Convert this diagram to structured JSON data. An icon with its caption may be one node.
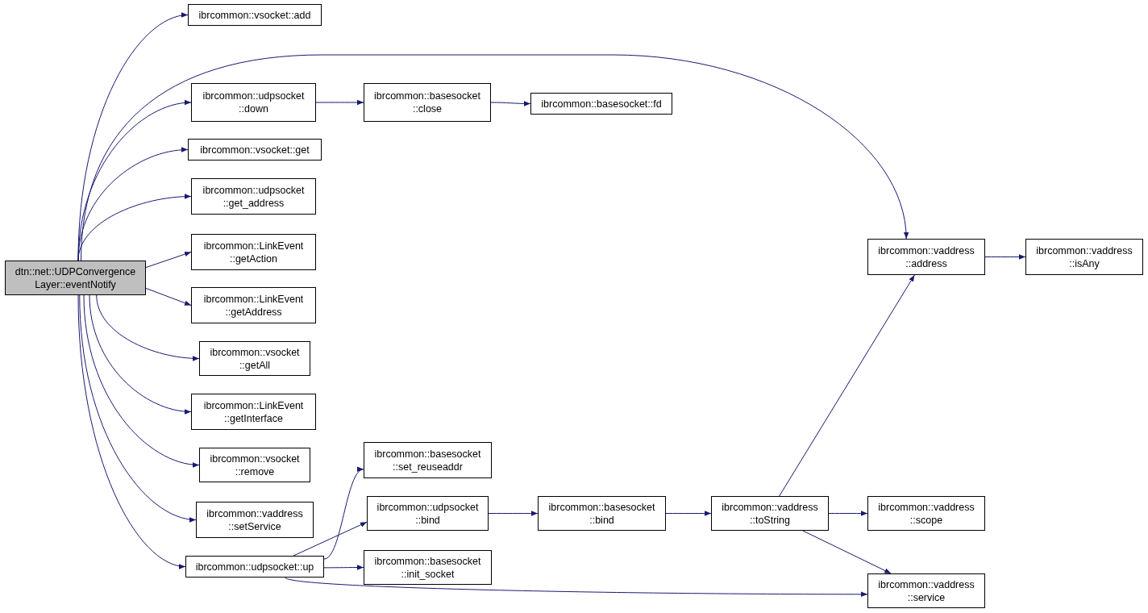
{
  "diagram": {
    "nodes": [
      {
        "text": [
          "dtn::net::UDPConvergence Layer::eventNotify"
        ]
      },
      {
        "text": [
          "ibrcommon::vsocket::add"
        ]
      },
      {
        "text": [
          "ibrcommon::udpsocket ::down"
        ]
      },
      {
        "text": [
          "ibrcommon::vsocket::get"
        ]
      },
      {
        "text": [
          "ibrcommon::udpsocket ::get_address"
        ]
      },
      {
        "text": [
          "ibrcommon::LinkEvent ::getAction"
        ]
      },
      {
        "text": [
          "ibrcommon::LinkEvent ::getAddress"
        ]
      },
      {
        "text": [
          "ibrcommon::vsocket ::getAll"
        ]
      },
      {
        "text": [
          "ibrcommon::LinkEvent ::getInterface"
        ]
      },
      {
        "text": [
          "ibrcommon::vsocket ::remove"
        ]
      },
      {
        "text": [
          "ibrcommon::vaddress ::setService"
        ]
      },
      {
        "text": [
          "ibrcommon::udpsocket::up"
        ]
      },
      {
        "text": [
          "ibrcommon::basesocket ::close"
        ]
      },
      {
        "text": [
          "ibrcommon::basesocket::fd"
        ]
      },
      {
        "text": [
          "ibrcommon::basesocket ::set_reuseaddr"
        ]
      },
      {
        "text": [
          "ibrcommon::udpsocket ::bind"
        ]
      },
      {
        "text": [
          "ibrcommon::basesocket ::init_socket"
        ]
      },
      {
        "text": [
          "ibrcommon::basesocket ::bind"
        ]
      },
      {
        "text": [
          "ibrcommon::vaddress ::toString"
        ]
      },
      {
        "text": [
          "ibrcommon::vaddress ::address"
        ]
      },
      {
        "text": [
          "ibrcommon::vaddress ::isAny"
        ]
      },
      {
        "text": [
          "ibrcommon::vaddress ::scope"
        ]
      },
      {
        "text": [
          "ibrcommon::vaddress ::service"
        ]
      }
    ],
    "edges": [
      {
        "from": 0,
        "to": 1,
        "arrow": "to"
      },
      {
        "from": 0,
        "to": 19,
        "arrow": "to"
      },
      {
        "from": 0,
        "to": 2,
        "arrow": "to"
      },
      {
        "from": 0,
        "to": 3,
        "arrow": "to"
      },
      {
        "from": 0,
        "to": 4,
        "arrow": "to"
      },
      {
        "from": 0,
        "to": 5,
        "arrow": "to"
      },
      {
        "from": 0,
        "to": 6,
        "arrow": "to"
      },
      {
        "from": 0,
        "to": 7,
        "arrow": "to"
      },
      {
        "from": 0,
        "to": 8,
        "arrow": "to"
      },
      {
        "from": 0,
        "to": 9,
        "arrow": "to"
      },
      {
        "from": 0,
        "to": 10,
        "arrow": "to"
      },
      {
        "from": 0,
        "to": 11,
        "arrow": "to"
      },
      {
        "from": 2,
        "to": 12,
        "arrow": "to"
      },
      {
        "from": 12,
        "to": 13,
        "arrow": "to"
      },
      {
        "from": 11,
        "to": 14,
        "arrow": "to"
      },
      {
        "from": 11,
        "to": 15,
        "arrow": "to"
      },
      {
        "from": 11,
        "to": 16,
        "arrow": "to"
      },
      {
        "from": 11,
        "to": 22,
        "arrow": "to"
      },
      {
        "from": 15,
        "to": 17,
        "arrow": "to"
      },
      {
        "from": 17,
        "to": 18,
        "arrow": "to"
      },
      {
        "from": 18,
        "to": 19,
        "arrow": "to"
      },
      {
        "from": 18,
        "to": 21,
        "arrow": "to"
      },
      {
        "from": 18,
        "to": 22,
        "arrow": "to"
      },
      {
        "from": 19,
        "to": 20,
        "arrow": "to"
      }
    ]
  }
}
